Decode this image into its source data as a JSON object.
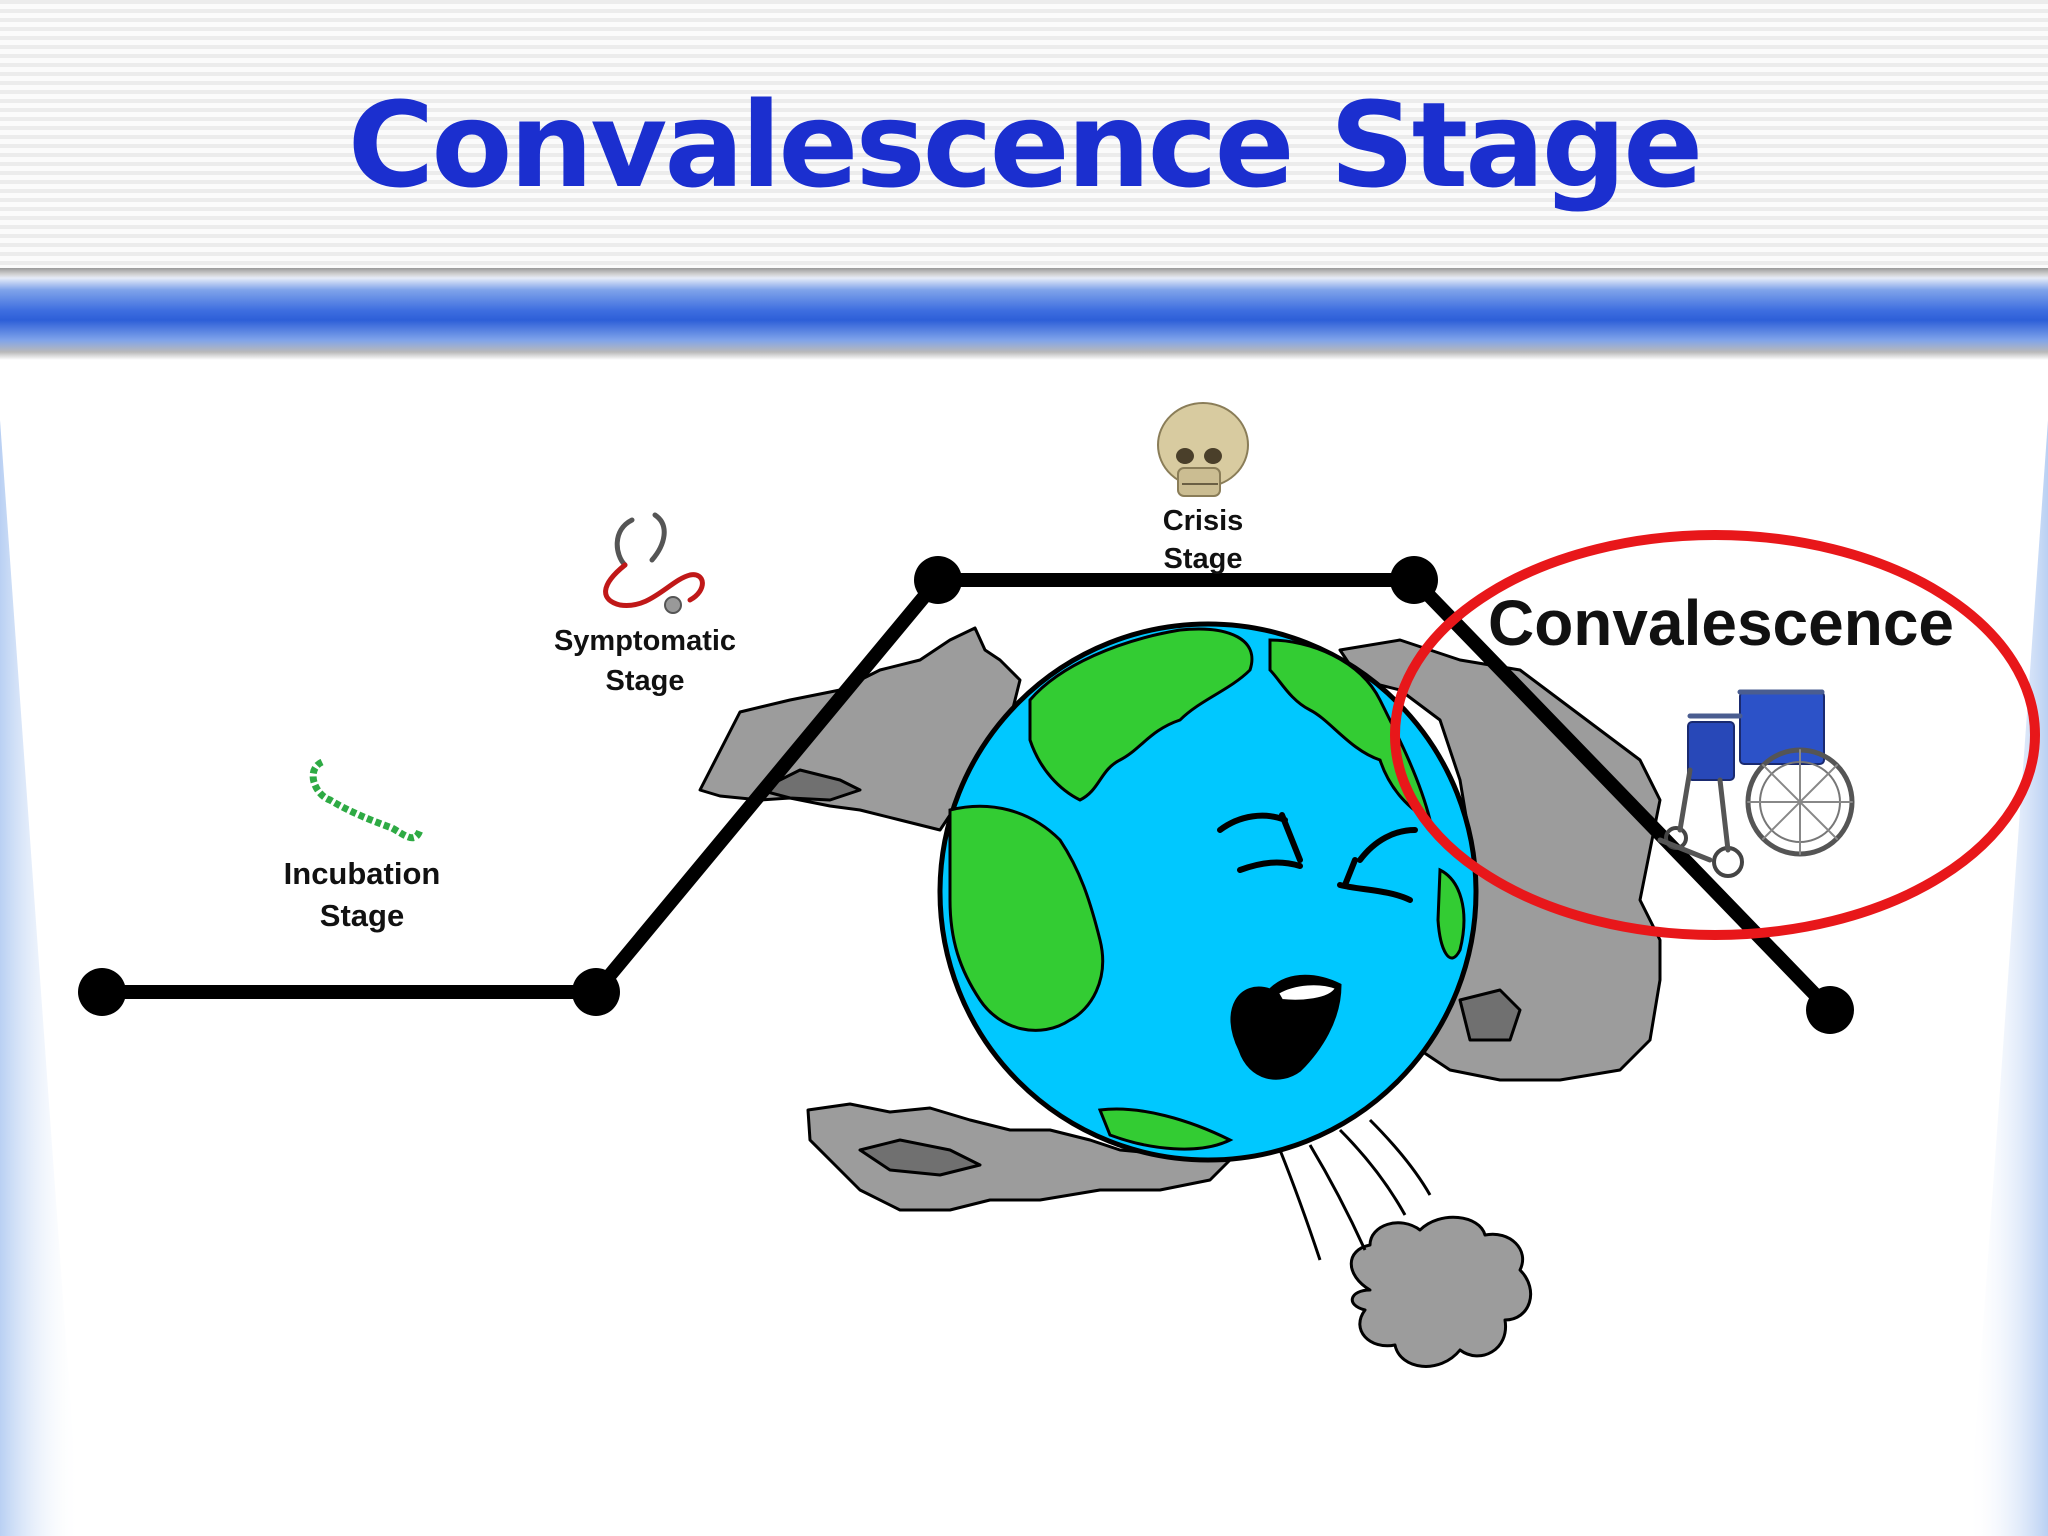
{
  "slide": {
    "title": "Convalescence Stage"
  },
  "stages": [
    {
      "line1": "Incubation",
      "line2": "Stage",
      "icon": "bacteria-icon"
    },
    {
      "line1": "Symptomatic",
      "line2": "Stage",
      "icon": "stethoscope-icon"
    },
    {
      "line1": "Crisis",
      "line2": "Stage",
      "icon": "skull-icon"
    }
  ],
  "highlight": {
    "label": "Convalescence",
    "icon": "wheelchair-icon",
    "color": "#e8171a"
  },
  "colors": {
    "title": "#1b2fcf",
    "accent_bar": "#2d5fd8",
    "earth_water": "#00c8ff",
    "earth_land": "#33cc33",
    "smoke": "#9c9c9c"
  }
}
